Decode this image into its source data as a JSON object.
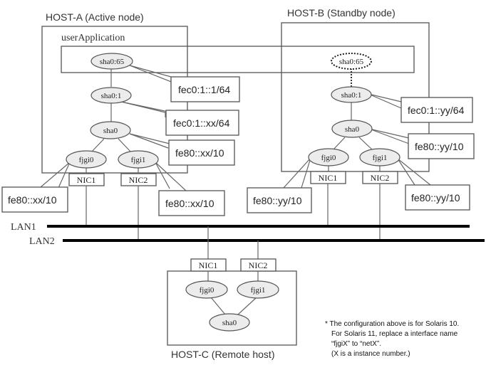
{
  "hosts": {
    "a": {
      "title": "HOST-A (Active node)"
    },
    "b": {
      "title": "HOST-B (Standby node)"
    },
    "c": {
      "title": "HOST-C (Remote host)"
    }
  },
  "user_application": {
    "label": "userApplication"
  },
  "nodes": {
    "a_takeover": "sha0:65",
    "a_sha01": "sha0:1",
    "a_sha0": "sha0",
    "a_fjgi0": "fjgi0",
    "a_fjgi1": "fjgi1",
    "b_takeover": "sha0:65",
    "b_sha01": "sha0:1",
    "b_sha0": "sha0",
    "b_fjgi0": "fjgi0",
    "b_fjgi1": "fjgi1",
    "c_fjgi0": "fjgi0",
    "c_fjgi1": "fjgi1",
    "c_sha0": "sha0"
  },
  "nics": {
    "a_nic1": "NIC1",
    "a_nic2": "NIC2",
    "b_nic1": "NIC1",
    "b_nic2": "NIC2",
    "c_nic1": "NIC1",
    "c_nic2": "NIC2"
  },
  "addresses": {
    "a_takeover": "fec0:1::1/64",
    "a_sha01": "fec0:1::xx/64",
    "a_sha0": "fe80::xx/10",
    "a_fjgi0": "fe80::xx/10",
    "a_fjgi1": "fe80::xx/10",
    "b_sha01": "fec0:1::yy/64",
    "b_sha0": "fe80::yy/10",
    "b_fjgi0": "fe80::yy/10",
    "b_fjgi1": "fe80::yy/10"
  },
  "lans": {
    "lan1": "LAN1",
    "lan2": "LAN2"
  },
  "note": {
    "lines": [
      "* The configuration above is for Solaris 10.",
      "For Solaris 11, replace a interface name",
      "“fjgiX” to “netX”.",
      "(X is a instance number.)"
    ]
  }
}
